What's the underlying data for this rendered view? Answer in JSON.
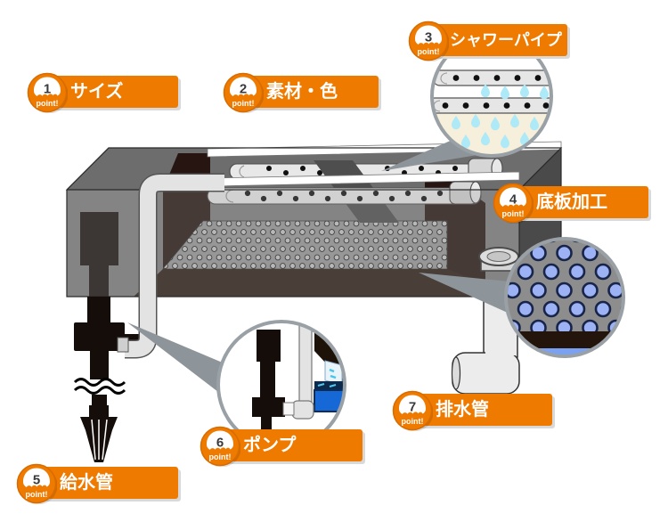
{
  "badge_text": "point!",
  "points": [
    {
      "number": "1",
      "label": "サイズ"
    },
    {
      "number": "2",
      "label": "素材・色"
    },
    {
      "number": "3",
      "label": "シャワーパイプ"
    },
    {
      "number": "4",
      "label": "底板加工"
    },
    {
      "number": "5",
      "label": "給水管"
    },
    {
      "number": "6",
      "label": "ポンプ"
    },
    {
      "number": "7",
      "label": "排水管"
    }
  ],
  "colors": {
    "accent_orange": "#ef7a00",
    "badge_border": "#d86c00",
    "label_text": "#ffffff",
    "tank_gray": "#8e8e8e",
    "partition_brown": "#261511",
    "water_drop_blue": "#ade9f7",
    "plate_hole_blue": "#9cb2f4",
    "pump_water_blue": "#1668d6"
  }
}
